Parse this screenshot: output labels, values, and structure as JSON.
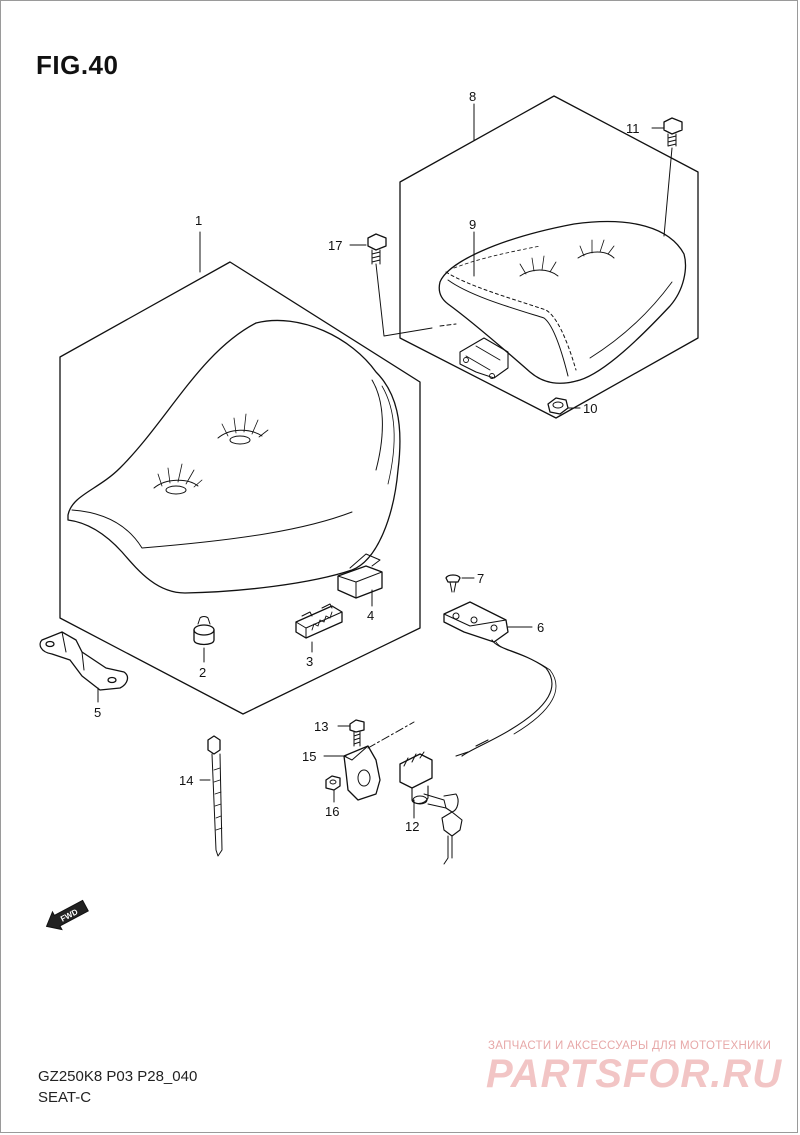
{
  "figure": {
    "title": "FIG.40",
    "model_code": "GZ250K8 P03 P28_040",
    "section": "SEAT-C"
  },
  "watermark": {
    "tagline": "ЗАПЧАСТИ И АКСЕССУАРЫ ДЛЯ МОТОТЕХНИКИ",
    "brand": "PARTSFOR.RU",
    "color": "#f2c5c5"
  },
  "direction_badge": "FWD",
  "callouts": [
    "1",
    "2",
    "3",
    "4",
    "5",
    "6",
    "7",
    "8",
    "9",
    "10",
    "11",
    "12",
    "13",
    "14",
    "15",
    "16",
    "17"
  ]
}
